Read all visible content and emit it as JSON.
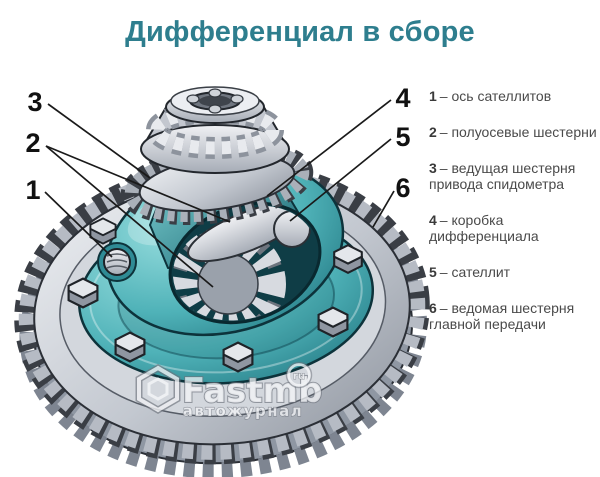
{
  "title": "Дифференциал в сборе",
  "colors": {
    "accent_teal": "#2e7e8e",
    "housing_teal_light": "#8fdadc",
    "housing_teal_dark": "#15606d",
    "gear_silver": "#c7cbd3",
    "outline_black": "#1a1a1a",
    "legend_text_gray": "#4a4a4a"
  },
  "callouts": [
    {
      "label": "1"
    },
    {
      "label": "2"
    },
    {
      "label": "3"
    },
    {
      "label": "4"
    },
    {
      "label": "5"
    },
    {
      "label": "6"
    }
  ],
  "legend": {
    "items": [
      {
        "num": "1",
        "text": "– ось сателлитов"
      },
      {
        "num": "2",
        "text": "– полуосевые шестерни"
      },
      {
        "num": "3",
        "text": "– ведущая шестерня привода спидометра"
      },
      {
        "num": "4",
        "text": "– коробка дифференциала"
      },
      {
        "num": "5",
        "text": "– сателлит"
      },
      {
        "num": "6",
        "text": "– ведомая шестерня главной передачи"
      }
    ]
  },
  "watermark": {
    "brand": "Fastmb",
    "badge": "ru",
    "subtitle": "автожурнал"
  }
}
